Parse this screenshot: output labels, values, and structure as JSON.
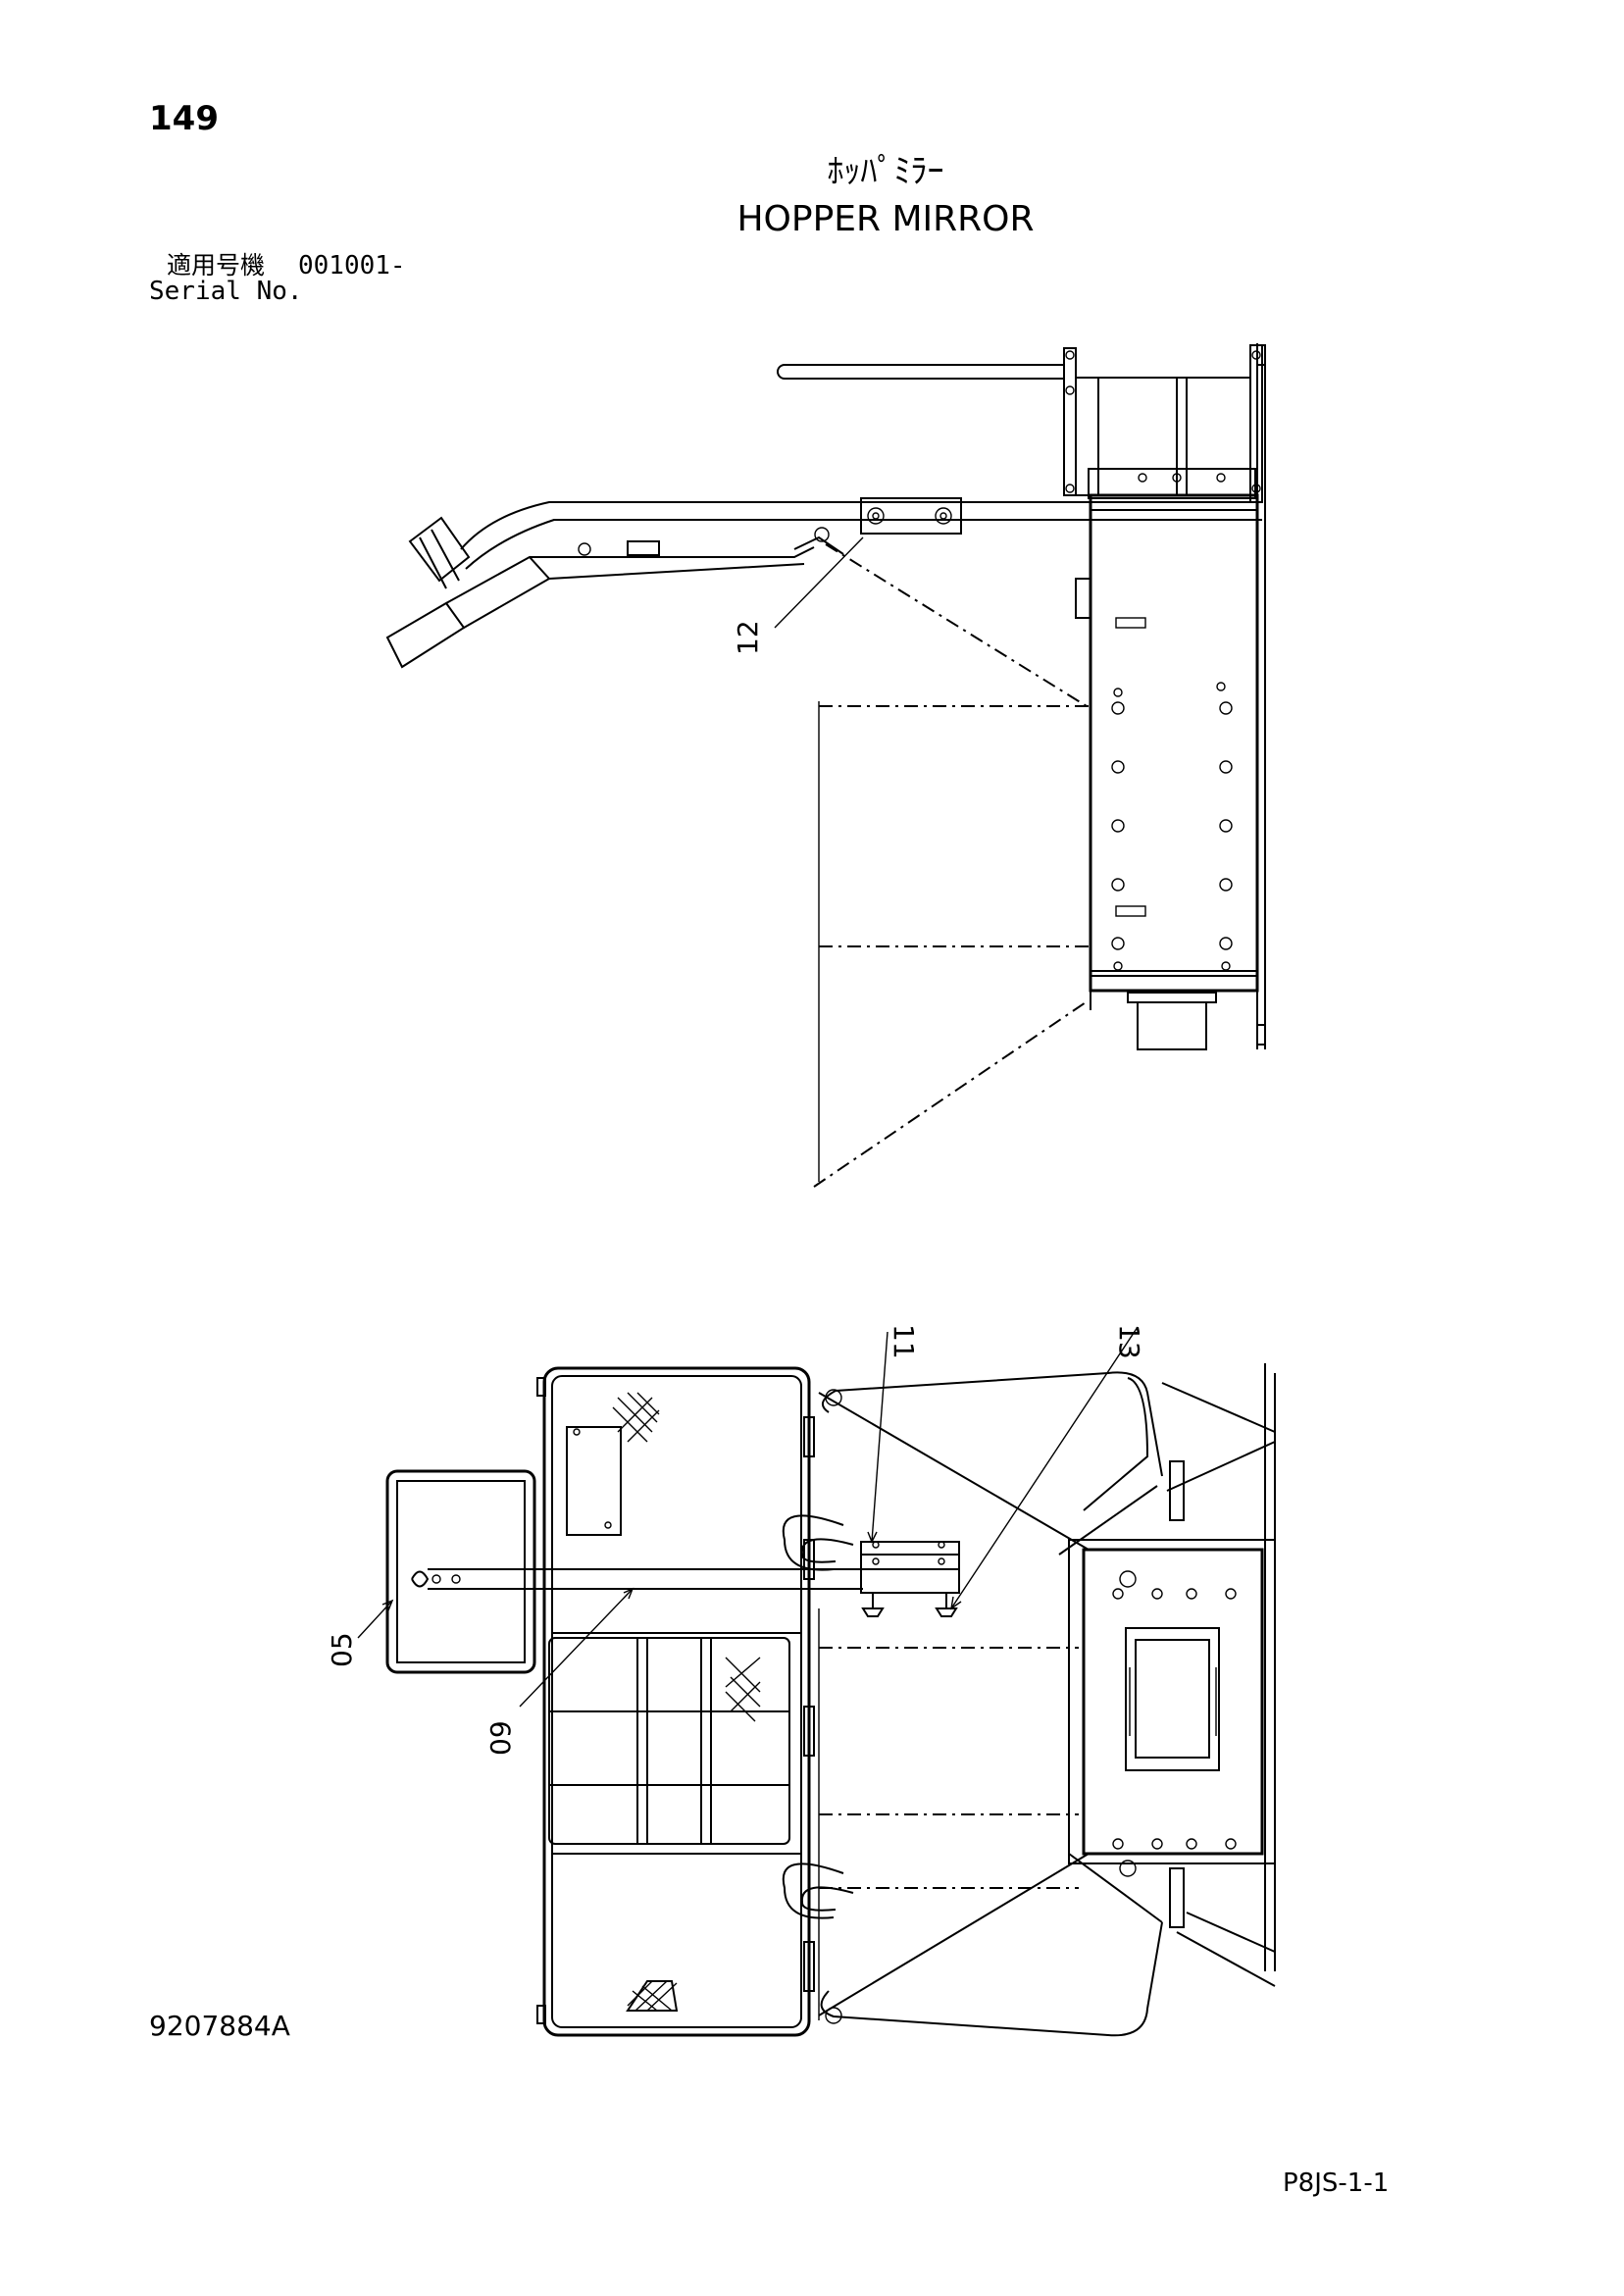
{
  "header": {
    "page_number": "149",
    "title_jp": "ﾎｯﾊﾟﾐﾗｰ",
    "title_en": "HOPPER MIRROR",
    "serial_label_jp": "適用号機",
    "serial_value": "001001-",
    "serial_label_en": "Serial No."
  },
  "callouts": {
    "top_view": [
      "12"
    ],
    "bottom_view": [
      "11",
      "13",
      "05",
      "09"
    ]
  },
  "footer": {
    "doc_number": "9207884A",
    "sheet_code": "P8JS-1-1"
  },
  "colors": {
    "ink": "#000000",
    "paper": "#ffffff"
  }
}
